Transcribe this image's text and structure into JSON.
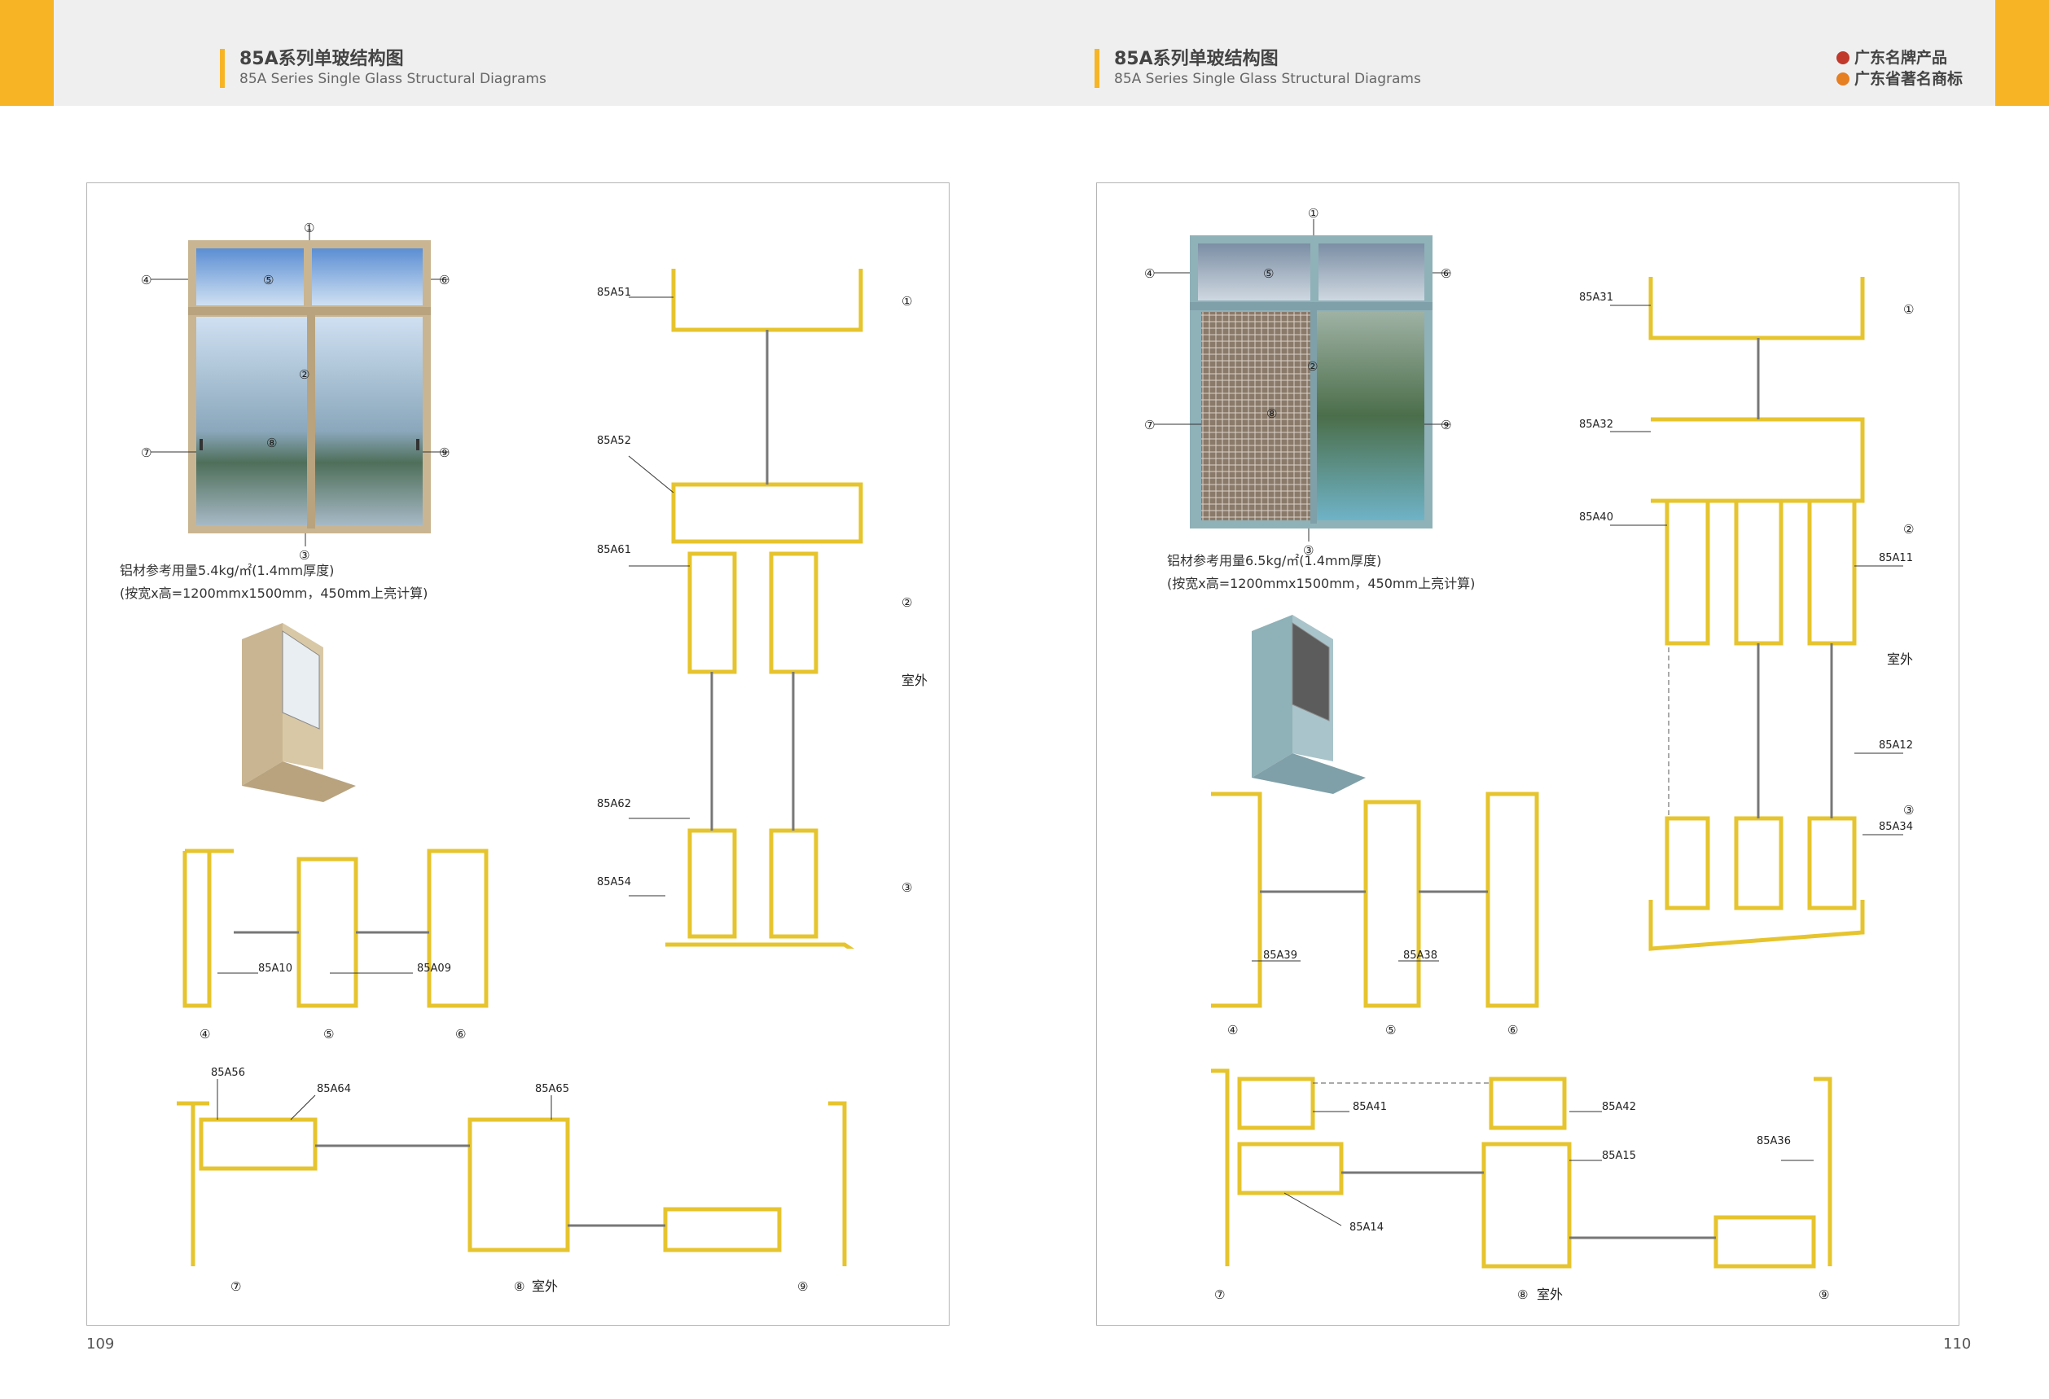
{
  "header": {
    "left": {
      "title_zh": "85A系列单玻结构图",
      "title_en": "85A Series Single Glass Structural Diagrams"
    },
    "right": {
      "title_zh": "85A系列单玻结构图",
      "title_en": "85A Series Single Glass Structural Diagrams"
    },
    "brand": {
      "line1": "广东名牌产品",
      "line2": "广东省著名商标"
    }
  },
  "colors": {
    "accent": "#f7b526",
    "profile": "#e6c42e",
    "header_bg": "#efefef"
  },
  "left_page": {
    "page_number": "109",
    "note_line1": "铝材参考用量5.4kg/㎡(1.4mm厚度)",
    "note_line2": "(按宽x高=1200mmx1500mm，450mm上亮计算)",
    "callouts": [
      "①",
      "②",
      "③",
      "④",
      "⑤",
      "⑥",
      "⑦",
      "⑧",
      "⑨"
    ],
    "outside_label": "室外",
    "top_section_labels": [
      "85A51",
      "85A52",
      "85A61",
      "85A62",
      "85A54"
    ],
    "mid_labels": [
      "85A10",
      "85A09"
    ],
    "bottom_labels": [
      "85A56",
      "85A64",
      "85A65"
    ]
  },
  "right_page": {
    "page_number": "110",
    "note_line1": "铝材参考用量6.5kg/㎡(1.4mm厚度)",
    "note_line2": "(按宽x高=1200mmx1500mm，450mm上亮计算)",
    "callouts": [
      "①",
      "②",
      "③",
      "④",
      "⑤",
      "⑥",
      "⑦",
      "⑧",
      "⑨"
    ],
    "outside_label": "室外",
    "top_section_labels": [
      "85A31",
      "85A32",
      "85A40",
      "85A11",
      "85A12",
      "85A34"
    ],
    "mid_labels": [
      "85A39",
      "85A38"
    ],
    "bottom_labels": [
      "85A41",
      "85A42",
      "85A15",
      "85A14",
      "85A36"
    ]
  }
}
